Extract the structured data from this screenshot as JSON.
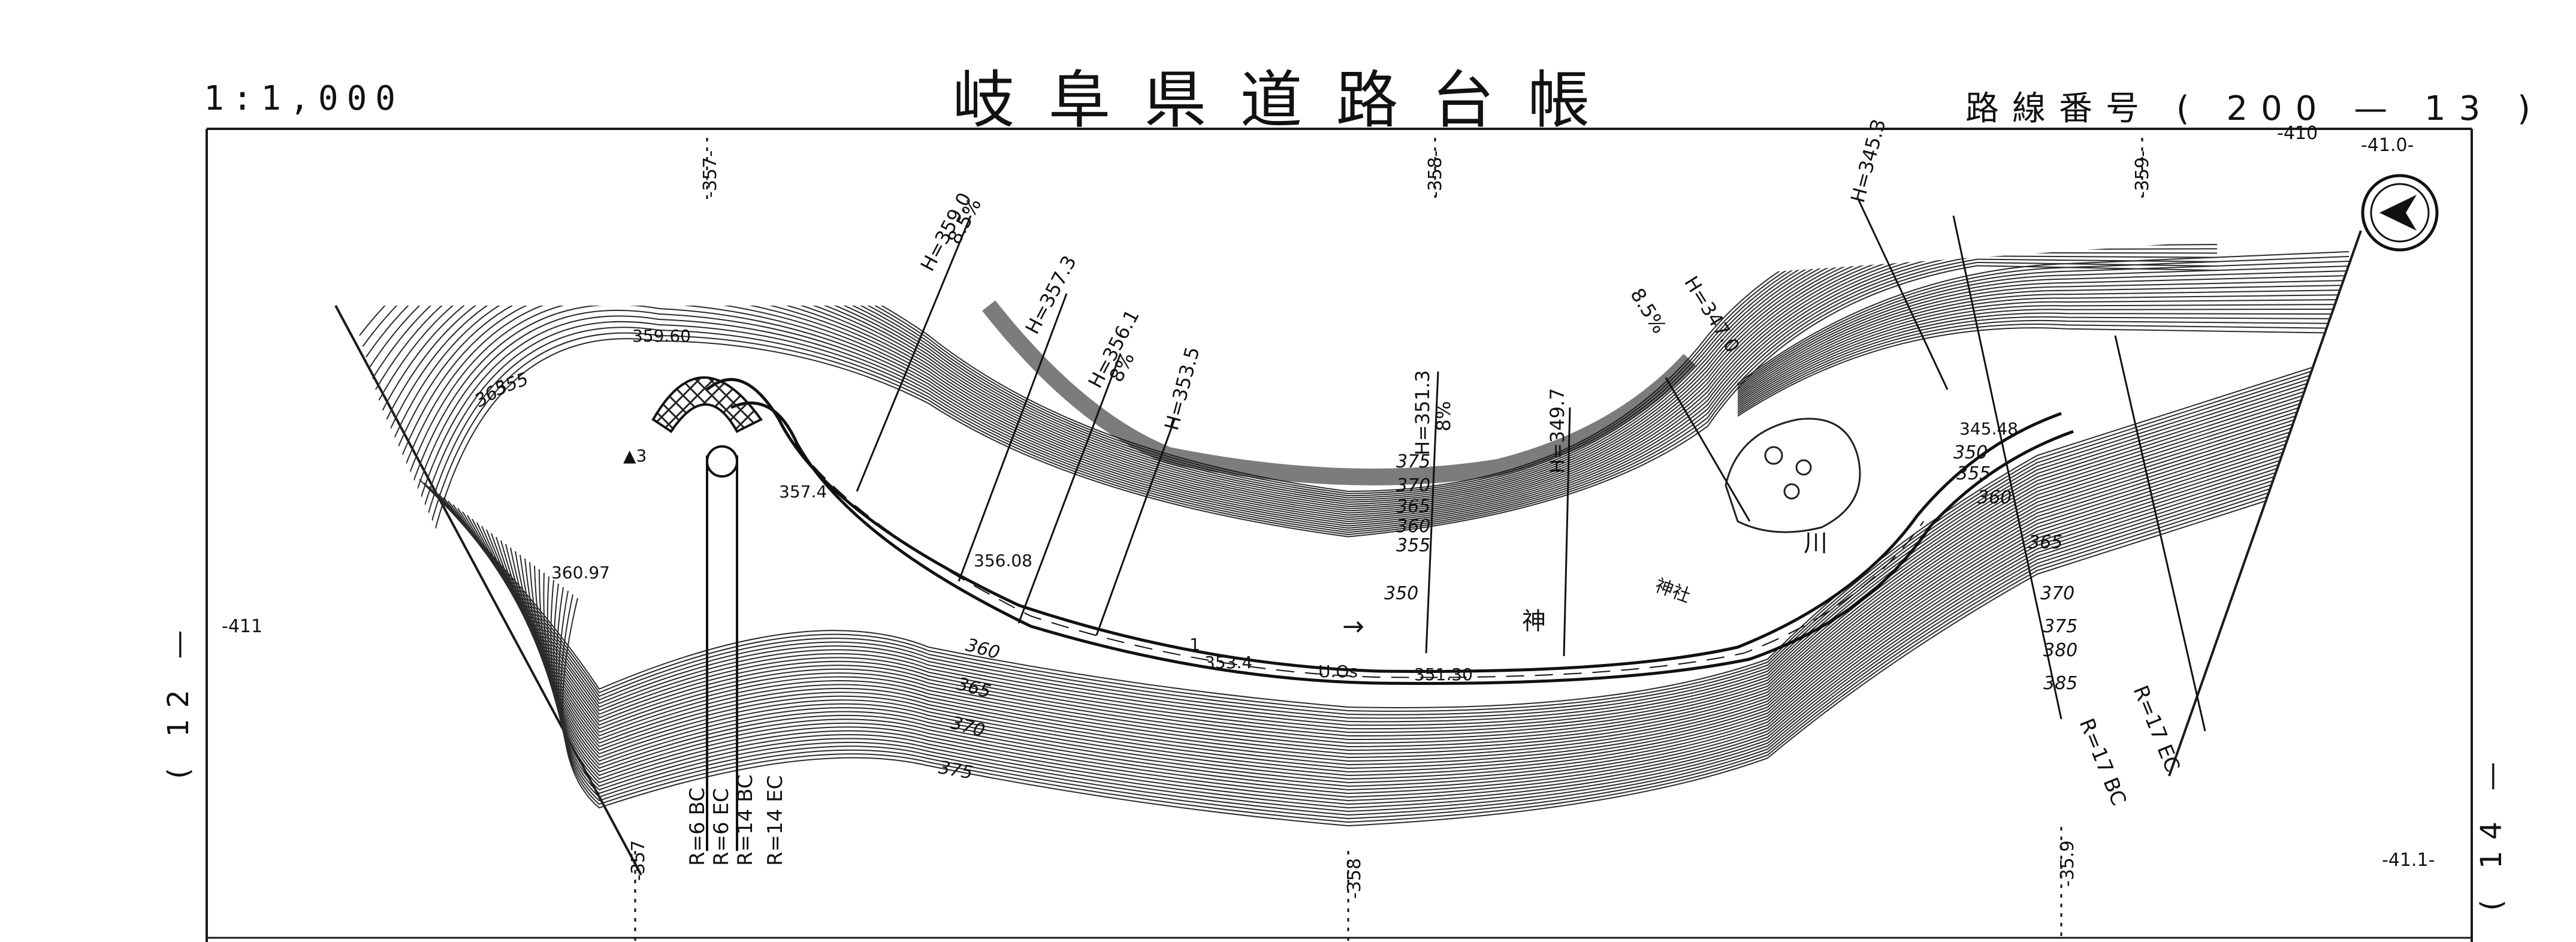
{
  "header": {
    "scale": "1:1,000",
    "title": "岐阜県道路台帳",
    "route_label": "路線番号",
    "route_open": "(",
    "route_num1": "200",
    "route_dash": "—",
    "route_num2": "13",
    "route_close": ")"
  },
  "sheets": {
    "left": "( 12 —",
    "right": "( 14 —"
  },
  "grid_labels": {
    "top_357": "-357-",
    "top_358": "-358-",
    "top_359": "-359-",
    "top_410": "-410",
    "top_410b": "-41.0-",
    "left_411": "-411",
    "right_411": "-41.1-",
    "bottom_357": "-357",
    "bottom_358": "-358",
    "bottom_359": "-35.9"
  },
  "profile_labels": {
    "h3590": "H=359.0",
    "g85a": "8.5%",
    "h3573": "H=357.3",
    "h3561": "H=356.1",
    "g8a": "8%",
    "h3535": "H=353.5",
    "h3513": "H=351.3",
    "g8b": "8%",
    "h3497": "H=349.7",
    "h3470": "H=347.0",
    "g85b": "8.5%",
    "h3453": "H=345.3"
  },
  "spot_heights": {
    "s35960": "359.60",
    "s3574": "357.4",
    "s36097": "360.97",
    "s35608": "356.08",
    "s3534": "353.4",
    "s35130": "351.30",
    "s34548": "345.48"
  },
  "contour_labels": {
    "c365l": "365",
    "c355l": "355",
    "c360": "360",
    "c365": "365",
    "c370": "370",
    "c375": "375",
    "c375t": "375",
    "c370t": "370",
    "c365t": "365",
    "c360t": "360",
    "c355t": "355",
    "c350t": "350",
    "c350r": "350",
    "c355r": "355",
    "c360r": "360",
    "c365r": "365",
    "c370r": "370",
    "c375r": "375",
    "c380r": "380",
    "c385r": "385"
  },
  "curve_labels": {
    "r6bc": "R=6 BC",
    "r6ec": "R=6 EC",
    "r14bc": "R=14 BC",
    "r14ec": "R=14 EC",
    "r17ec": "R=17 EC",
    "r17bc": "R=17 BC"
  },
  "place_labels": {
    "kami": "神",
    "kawa": "川",
    "shrine": "神社",
    "tri": "▲3",
    "flow": "→",
    "ditch": "U.Os",
    "one": "1"
  },
  "icons": [
    "north-arrow-icon"
  ],
  "colors": {
    "ink": "#1a1a1a",
    "paper": "#ffffff"
  }
}
